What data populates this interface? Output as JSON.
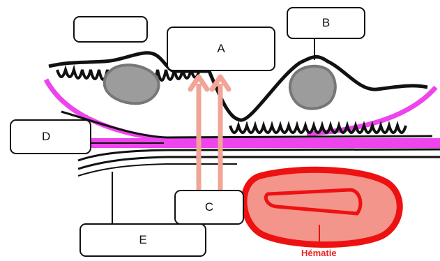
{
  "labels": {
    "blank": "",
    "a": "A",
    "b": "B",
    "c": "C",
    "d": "D",
    "e": "E"
  },
  "hematie": "Hématie",
  "colors": {
    "membrane": "#ee44ee",
    "arrow": "#f2a496",
    "cell_fill": "#f4958b",
    "cell_border": "#ee1111",
    "nucleus": "#8a8a8a",
    "line": "#111111"
  }
}
